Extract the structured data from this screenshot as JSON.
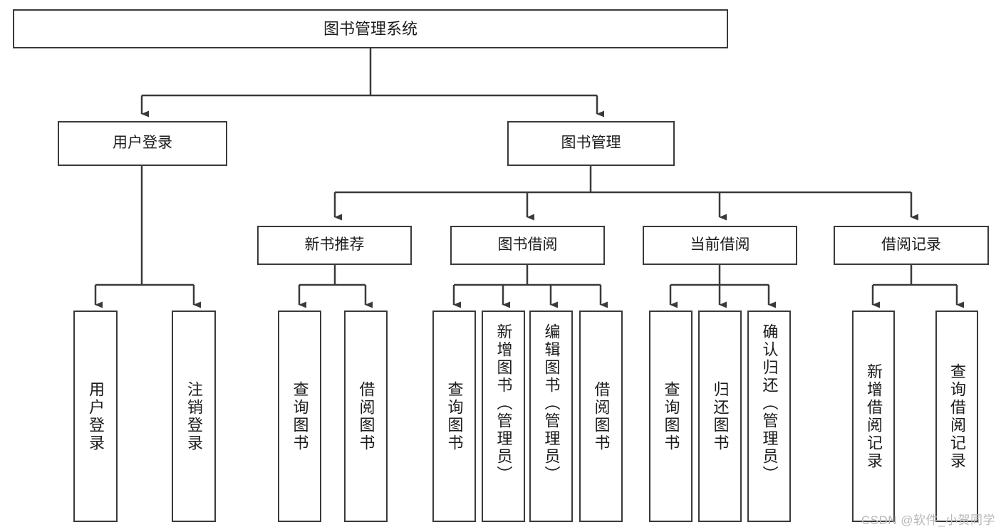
{
  "diagram": {
    "title": "图书管理系统",
    "watermark": "CSDN @软件_小贺同学",
    "colors": {
      "stroke": "#3a3a3a",
      "fill": "#ffffff",
      "text": "#1b1b1b",
      "watermark": "#b9b9b9"
    }
  },
  "nodes": {
    "root": {
      "label": "图书管理系统"
    },
    "level2": [
      {
        "label": "用户登录"
      },
      {
        "label": "图书管理"
      }
    ],
    "level3": [
      {
        "label": "新书推荐"
      },
      {
        "label": "图书借阅"
      },
      {
        "label": "当前借阅"
      },
      {
        "label": "借阅记录"
      }
    ],
    "leaves": {
      "user_login": [
        {
          "label": "用户登录"
        },
        {
          "label": "注销登录"
        }
      ],
      "new_book": [
        {
          "label": "查询图书"
        },
        {
          "label": "借阅图书"
        }
      ],
      "book_borrow": [
        {
          "label": "查询图书"
        },
        {
          "label": "新增图书（管理员）"
        },
        {
          "label": "编辑图书（管理员）"
        },
        {
          "label": "借阅图书"
        }
      ],
      "current_borrow": [
        {
          "label": "查询图书"
        },
        {
          "label": "归还图书"
        },
        {
          "label": "确认归还（管理员）"
        }
      ],
      "borrow_record": [
        {
          "label": "新增借阅记录"
        },
        {
          "label": "查询借阅记录"
        }
      ]
    }
  },
  "chart_data": {
    "type": "tree",
    "title": "图书管理系统",
    "orientation": "top-down",
    "tree": {
      "name": "图书管理系统",
      "children": [
        {
          "name": "用户登录",
          "children": [
            {
              "name": "用户登录"
            },
            {
              "name": "注销登录"
            }
          ]
        },
        {
          "name": "图书管理",
          "children": [
            {
              "name": "新书推荐",
              "children": [
                {
                  "name": "查询图书"
                },
                {
                  "name": "借阅图书"
                }
              ]
            },
            {
              "name": "图书借阅",
              "children": [
                {
                  "name": "查询图书"
                },
                {
                  "name": "新增图书（管理员）"
                },
                {
                  "name": "编辑图书（管理员）"
                },
                {
                  "name": "借阅图书"
                }
              ]
            },
            {
              "name": "当前借阅",
              "children": [
                {
                  "name": "查询图书"
                },
                {
                  "name": "归还图书"
                },
                {
                  "name": "确认归还（管理员）"
                }
              ]
            },
            {
              "name": "借阅记录",
              "children": [
                {
                  "name": "新增借阅记录"
                },
                {
                  "name": "查询借阅记录"
                }
              ]
            }
          ]
        }
      ]
    }
  }
}
